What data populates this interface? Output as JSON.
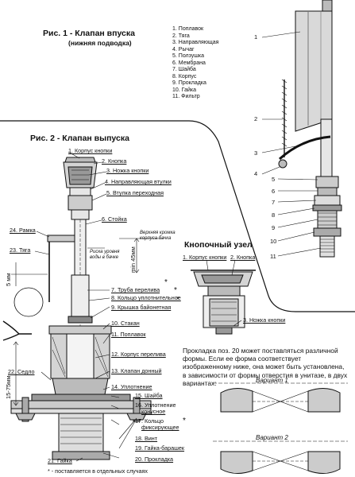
{
  "fig1": {
    "title": "Рис. 1 - Клапан впуска",
    "subtitle": "(нижняя подводка)",
    "legend": [
      "1. Поплавок",
      "2. Тяга",
      "3. Направляющая",
      "4. Рычаг",
      "5. Ползушка",
      "6. Мембрана",
      "7. Шайба",
      "8. Корпус",
      "9. Прокладка",
      "10. Гайка",
      "11. Фильтр"
    ],
    "callouts": [
      "1",
      "2",
      "3",
      "4",
      "5",
      "6",
      "7",
      "8",
      "9",
      "10",
      "11"
    ]
  },
  "fig2": {
    "title": "Рис. 2 - Клапан выпуска",
    "labels": {
      "l1": "1. Корпус кнопки",
      "l2": "2. Кнопка",
      "l3": "3. Ножка кнопки",
      "l4": "4. Направляющая втулки",
      "l5": "5. Втулка переходная",
      "l6": "6. Стойка",
      "l24": "24. Рамка",
      "l23": "23. Тяга",
      "l7": "7. Труба перелива",
      "l8": "8. Кольцо уплотнительное",
      "l9": "9. Крышка байонетная",
      "l10": "10. Стакан",
      "l11": "11. Поплавок",
      "l12": "12. Корпус перелива",
      "l13": "13. Клапан донный",
      "l14": "14. Уплотнение",
      "l15": "15. Шайба",
      "l16a": "16. Уплотнение",
      "l16b": "конусное",
      "l17a": "17. Кольцо",
      "l17b": "фиксирующее",
      "l18": "18. Винт",
      "l19": "19. Гайка-барашек",
      "l20": "20. Прокладка",
      "l21": "21. Гайка",
      "l22": "22. Седло"
    },
    "star": "*",
    "dim_min45": "min 45мм",
    "dim_5mm": "5 мм",
    "dim_15_75": "15-75мм",
    "note_top_edge_a": "Верхняя кромка",
    "note_top_edge_b": "корпуса бачка",
    "note_water_a": "Риска уровня",
    "note_water_b": "воды в бачке",
    "footnote": "* - поставляется в отдельных случаях"
  },
  "button_unit": {
    "title": "Кнопочный узел",
    "label_housing": "1. Корпус кнопки",
    "label_button": "2. Кнопка",
    "label_leg": "3. Ножка кнопки"
  },
  "gasket_note": {
    "text": "Прокладка поз. 20 может поставляться различной формы. Если ее форма соответствует изображенному ниже, она может быть установлена, в зависимости от формы отверстия в унитазе, в двух вариантах:",
    "variant1": "Вариант 1",
    "variant2": "Вариант 2"
  }
}
